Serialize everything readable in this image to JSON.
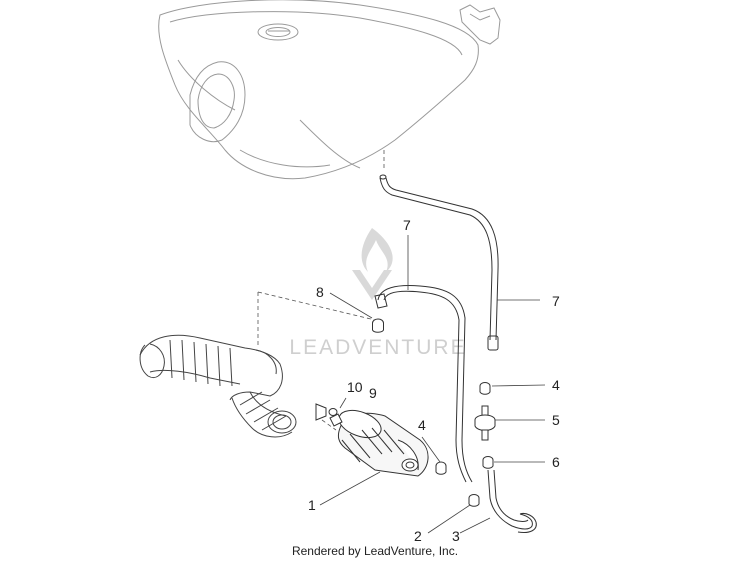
{
  "diagram": {
    "watermark": "LEADVENTURE",
    "footer": "Rendered by LeadVenture, Inc.",
    "callouts": {
      "c1": "1",
      "c2": "2",
      "c3": "3",
      "c4a": "4",
      "c4b": "4",
      "c5": "5",
      "c6": "6",
      "c7a": "7",
      "c7b": "7",
      "c8": "8",
      "c9": "9",
      "c10": "10"
    }
  },
  "colors": {
    "line": "#333333",
    "light_line": "#9a9a9a",
    "watermark": "#cfcfcf",
    "background": "#ffffff"
  }
}
